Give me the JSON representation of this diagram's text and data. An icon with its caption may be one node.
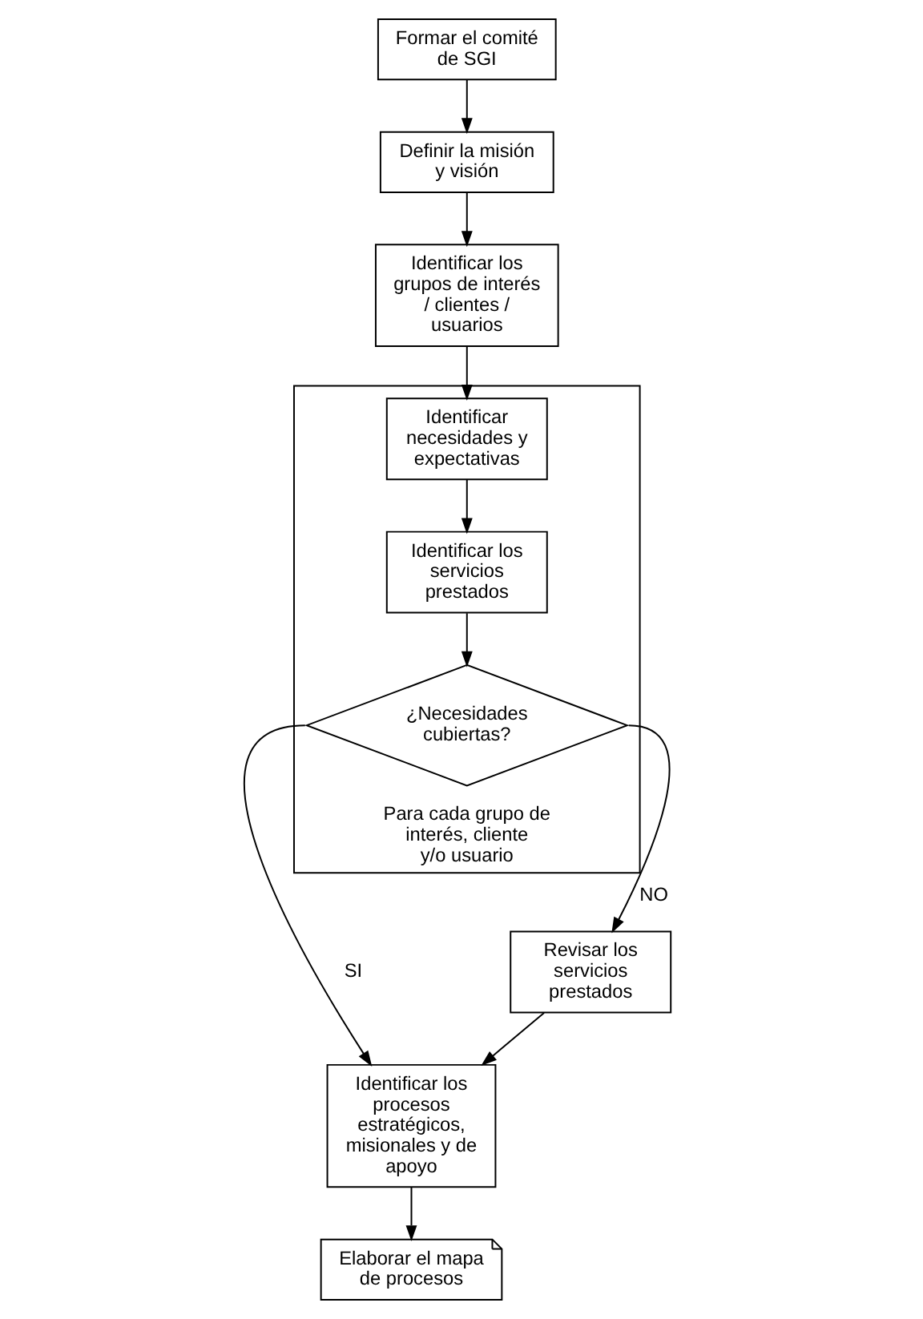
{
  "diagram": {
    "nodes": [
      {
        "text": [
          "Formar el comité de SGI"
        ]
      },
      {
        "text": [
          "Definir la misión y visión"
        ]
      },
      {
        "text": [
          "Identificar los grupos de interés / clientes / usuarios"
        ]
      },
      {
        "text": [
          "Para cada grupo de interés, cliente y/o usuario"
        ]
      },
      {
        "text": [
          "Identificar necesidades y expectativas"
        ],
        "in": 3
      },
      {
        "text": [
          "Identificar los servicios prestados"
        ],
        "in": 3
      },
      {
        "text": [
          "¿Necesidades cubiertas?"
        ],
        "in": 3
      },
      {
        "text": [
          "Revisar los servicios prestados"
        ]
      },
      {
        "text": [
          "Identificar los procesos estratégicos, misionales y de apoyo"
        ]
      },
      {
        "text": [
          "Elaborar el mapa de procesos"
        ]
      }
    ],
    "edges": [
      {
        "from": 0,
        "to": 1,
        "arrow": "to"
      },
      {
        "from": 1,
        "to": 2,
        "arrow": "to"
      },
      {
        "from": 2,
        "to": 4,
        "arrow": "to"
      },
      {
        "from": 4,
        "to": 5,
        "arrow": "to"
      },
      {
        "from": 5,
        "to": 6,
        "arrow": "to"
      },
      {
        "from": 6,
        "to": 8,
        "arrow": "to",
        "label": "SI"
      },
      {
        "from": 6,
        "to": 7,
        "arrow": "to",
        "label": "NO"
      },
      {
        "from": 7,
        "to": 8,
        "arrow": "to"
      },
      {
        "from": 8,
        "to": 9,
        "arrow": "to"
      }
    ]
  }
}
